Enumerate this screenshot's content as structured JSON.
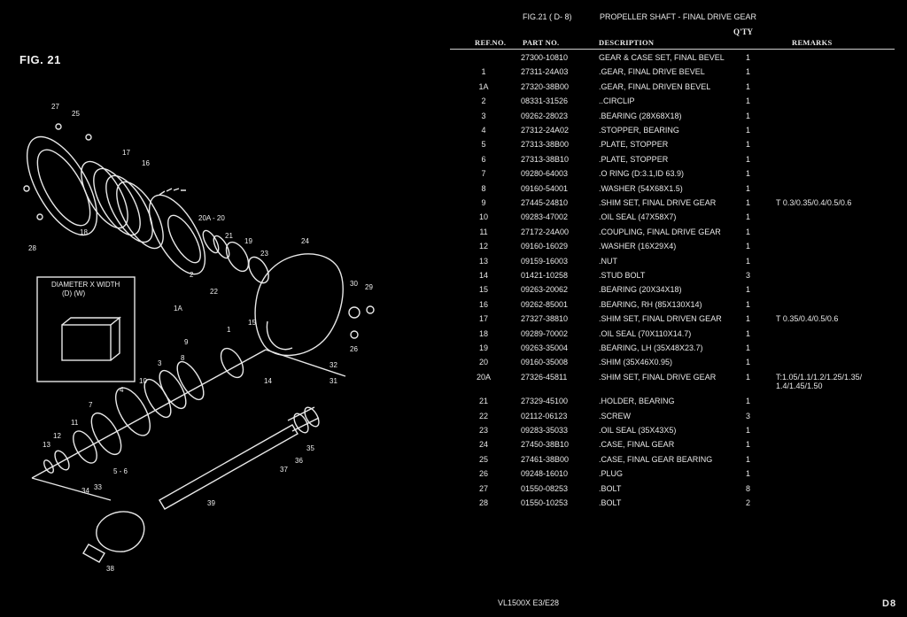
{
  "figure_label": "FIG. 21",
  "header": {
    "fig_ref": "FIG.21 ( D- 8)",
    "title": "PROPELLER SHAFT - FINAL DRIVE GEAR",
    "qty_label": "Q'TY"
  },
  "columns": {
    "ref": "REF.NO.",
    "part": "PART NO.",
    "desc": "DESCRIPTION",
    "remarks": "REMARKS"
  },
  "rows": [
    {
      "ref": "",
      "part": "27300-10810",
      "desc": "GEAR & CASE SET, FINAL BEVEL",
      "qty": "1",
      "remarks": ""
    },
    {
      "ref": "1",
      "part": "27311-24A03",
      "desc": ".GEAR, FINAL DRIVE BEVEL",
      "qty": "1",
      "remarks": ""
    },
    {
      "ref": "1A",
      "part": "27320-38B00",
      "desc": ".GEAR, FINAL DRIVEN BEVEL",
      "qty": "1",
      "remarks": ""
    },
    {
      "ref": "2",
      "part": "08331-31526",
      "desc": "..CIRCLIP",
      "qty": "1",
      "remarks": ""
    },
    {
      "ref": "3",
      "part": "09262-28023",
      "desc": ".BEARING (28X68X18)",
      "qty": "1",
      "remarks": ""
    },
    {
      "ref": "4",
      "part": "27312-24A02",
      "desc": ".STOPPER, BEARING",
      "qty": "1",
      "remarks": ""
    },
    {
      "ref": "5",
      "part": "27313-38B00",
      "desc": ".PLATE, STOPPER",
      "qty": "1",
      "remarks": ""
    },
    {
      "ref": "6",
      "part": "27313-38B10",
      "desc": ".PLATE, STOPPER",
      "qty": "1",
      "remarks": ""
    },
    {
      "ref": "7",
      "part": "09280-64003",
      "desc": ".O RING (D:3.1,ID 63.9)",
      "qty": "1",
      "remarks": ""
    },
    {
      "ref": "8",
      "part": "09160-54001",
      "desc": ".WASHER (54X68X1.5)",
      "qty": "1",
      "remarks": ""
    },
    {
      "ref": "9",
      "part": "27445-24810",
      "desc": ".SHIM SET, FINAL DRIVE GEAR",
      "qty": "1",
      "remarks": "T 0.3/0.35/0.4/0.5/0.6"
    },
    {
      "ref": "10",
      "part": "09283-47002",
      "desc": ".OIL SEAL (47X58X7)",
      "qty": "1",
      "remarks": ""
    },
    {
      "ref": "11",
      "part": "27172-24A00",
      "desc": ".COUPLING, FINAL DRIVE GEAR",
      "qty": "1",
      "remarks": ""
    },
    {
      "ref": "12",
      "part": "09160-16029",
      "desc": ".WASHER (16X29X4)",
      "qty": "1",
      "remarks": ""
    },
    {
      "ref": "13",
      "part": "09159-16003",
      "desc": ".NUT",
      "qty": "1",
      "remarks": ""
    },
    {
      "ref": "14",
      "part": "01421-10258",
      "desc": ".STUD BOLT",
      "qty": "3",
      "remarks": ""
    },
    {
      "ref": "15",
      "part": "09263-20062",
      "desc": ".BEARING (20X34X18)",
      "qty": "1",
      "remarks": ""
    },
    {
      "ref": "16",
      "part": "09262-85001",
      "desc": ".BEARING, RH (85X130X14)",
      "qty": "1",
      "remarks": ""
    },
    {
      "ref": "17",
      "part": "27327-38810",
      "desc": ".SHIM SET, FINAL DRIVEN GEAR",
      "qty": "1",
      "remarks": "T 0.35/0.4/0.5/0.6"
    },
    {
      "ref": "18",
      "part": "09289-70002",
      "desc": ".OIL SEAL (70X110X14.7)",
      "qty": "1",
      "remarks": ""
    },
    {
      "ref": "19",
      "part": "09263-35004",
      "desc": ".BEARING, LH (35X48X23.7)",
      "qty": "1",
      "remarks": ""
    },
    {
      "ref": "20",
      "part": "09160-35008",
      "desc": ".SHIM (35X46X0.95)",
      "qty": "1",
      "remarks": ""
    },
    {
      "ref": "20A",
      "part": "27326-45811",
      "desc": ".SHIM SET, FINAL DRIVE GEAR",
      "qty": "1",
      "remarks": "T:1.05/1.1/1.2/1.25/1.35/ 1.4/1.45/1.50"
    },
    {
      "ref": "21",
      "part": "27329-45100",
      "desc": ".HOLDER, BEARING",
      "qty": "1",
      "remarks": ""
    },
    {
      "ref": "22",
      "part": "02112-06123",
      "desc": ".SCREW",
      "qty": "3",
      "remarks": ""
    },
    {
      "ref": "23",
      "part": "09283-35033",
      "desc": ".OIL SEAL (35X43X5)",
      "qty": "1",
      "remarks": ""
    },
    {
      "ref": "24",
      "part": "27450-38B10",
      "desc": ".CASE, FINAL GEAR",
      "qty": "1",
      "remarks": ""
    },
    {
      "ref": "25",
      "part": "27461-38B00",
      "desc": ".CASE, FINAL GEAR BEARING",
      "qty": "1",
      "remarks": ""
    },
    {
      "ref": "26",
      "part": "09248-16010",
      "desc": ".PLUG",
      "qty": "1",
      "remarks": ""
    },
    {
      "ref": "27",
      "part": "01550-08253",
      "desc": ".BOLT",
      "qty": "8",
      "remarks": ""
    },
    {
      "ref": "28",
      "part": "01550-10253",
      "desc": ".BOLT",
      "qty": "2",
      "remarks": ""
    }
  ],
  "diagram": {
    "inset_title": "DIAMETER X WIDTH",
    "inset_sub": "(D)        (W)",
    "callouts": [
      "27",
      "25",
      "17",
      "16",
      "18",
      "28",
      "20A - 20",
      "21",
      "19",
      "23",
      "2",
      "22",
      "24",
      "1A",
      "30",
      "29",
      "15",
      "26",
      "1",
      "9",
      "8",
      "3",
      "32",
      "31",
      "14",
      "10",
      "4",
      "7",
      "11",
      "12",
      "13",
      "5 - 6",
      "33",
      "34",
      "36",
      "37",
      "35",
      "39",
      "38"
    ]
  },
  "footer": {
    "model": "VL1500X  E3/E28",
    "page": "D8"
  }
}
